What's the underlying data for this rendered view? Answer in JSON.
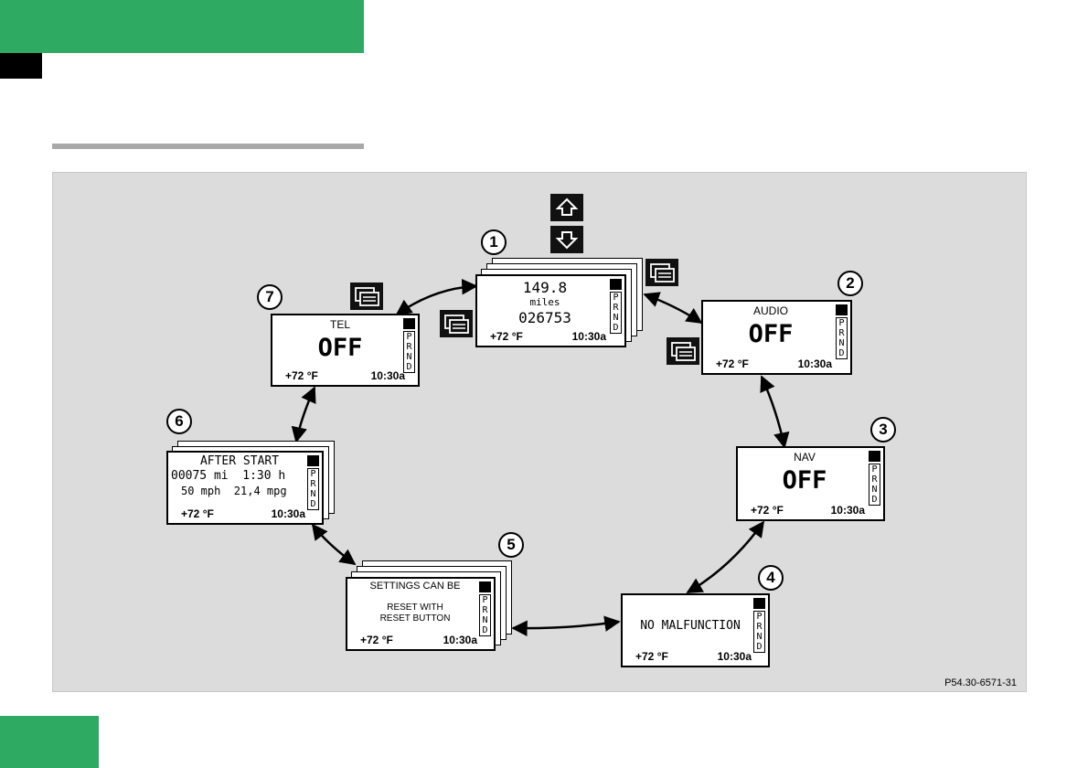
{
  "colors": {
    "accent_green": "#2eaa62",
    "panel_gray": "#dcdcdc",
    "rule_gray": "#a9a9a9"
  },
  "figure_code": "P54.30-6571-31",
  "gear_letters": [
    "P",
    "R",
    "N",
    "D"
  ],
  "displays": {
    "d1": {
      "number": "1",
      "line1": "149.8",
      "line2": "miles",
      "line3": "026753",
      "temp": "+72 °F",
      "time": "10:30a"
    },
    "d2": {
      "number": "2",
      "title": "AUDIO",
      "status": "OFF",
      "temp": "+72 °F",
      "time": "10:30a"
    },
    "d3": {
      "number": "3",
      "title": "NAV",
      "status": "OFF",
      "temp": "+72 °F",
      "time": "10:30a"
    },
    "d4": {
      "number": "4",
      "message": "NO MALFUNCTION",
      "temp": "+72 °F",
      "time": "10:30a"
    },
    "d5": {
      "number": "5",
      "line1": "SETTINGS CAN BE",
      "line2": "RESET WITH",
      "line3": "RESET BUTTON",
      "temp": "+72 °F",
      "time": "10:30a"
    },
    "d6": {
      "number": "6",
      "title": "AFTER START",
      "row1": "00075 mi  1:30 h",
      "row2": "50 mph  21,4 mpg",
      "temp": "+72 °F",
      "time": "10:30a"
    },
    "d7": {
      "number": "7",
      "title": "TEL",
      "status": "OFF",
      "temp": "+72 °F",
      "time": "10:30a"
    }
  },
  "icons": [
    "arrow-up-button-icon",
    "arrow-down-button-icon",
    "menu-pages-icon"
  ]
}
